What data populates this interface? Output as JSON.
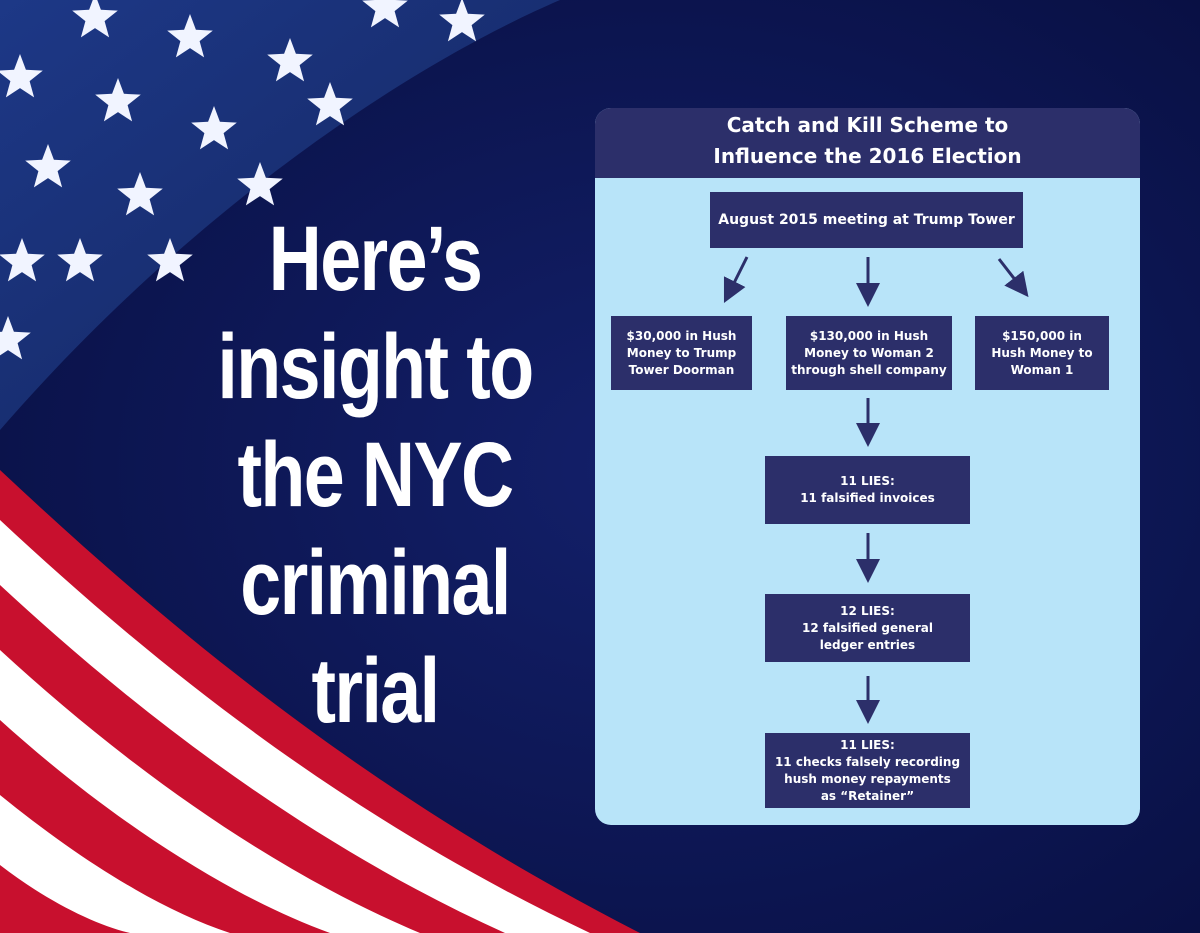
{
  "headline": {
    "lines": [
      "Here’s",
      "insight to",
      "the NYC",
      "criminal",
      "trial"
    ]
  },
  "diagram": {
    "title_lines": [
      "Catch and Kill Scheme to",
      "Influence the 2016 Election"
    ],
    "top_node": "August 2015 meeting at Trump Tower",
    "branch_left": [
      "$30,000 in Hush",
      "Money to Trump",
      "Tower Doorman"
    ],
    "branch_middle": [
      "$130,000 in Hush",
      "Money to Woman 2",
      "through shell company"
    ],
    "branch_right": [
      "$150,000 in",
      "Hush Money to",
      "Woman 1"
    ],
    "step_invoices": [
      "11 LIES:",
      "11 falsified invoices"
    ],
    "step_ledger": [
      "12 LIES:",
      "12 falsified general",
      "ledger entries"
    ],
    "step_checks": [
      "11 LIES:",
      "11 checks falsely recording",
      "hush money repayments",
      "as “Retainer”"
    ]
  },
  "colors": {
    "navy_background": "#0b1450",
    "card_fill": "#b8e4f9",
    "box_fill": "#2c2f6a",
    "flag_red": "#c8102e",
    "flag_white": "#ffffff"
  }
}
